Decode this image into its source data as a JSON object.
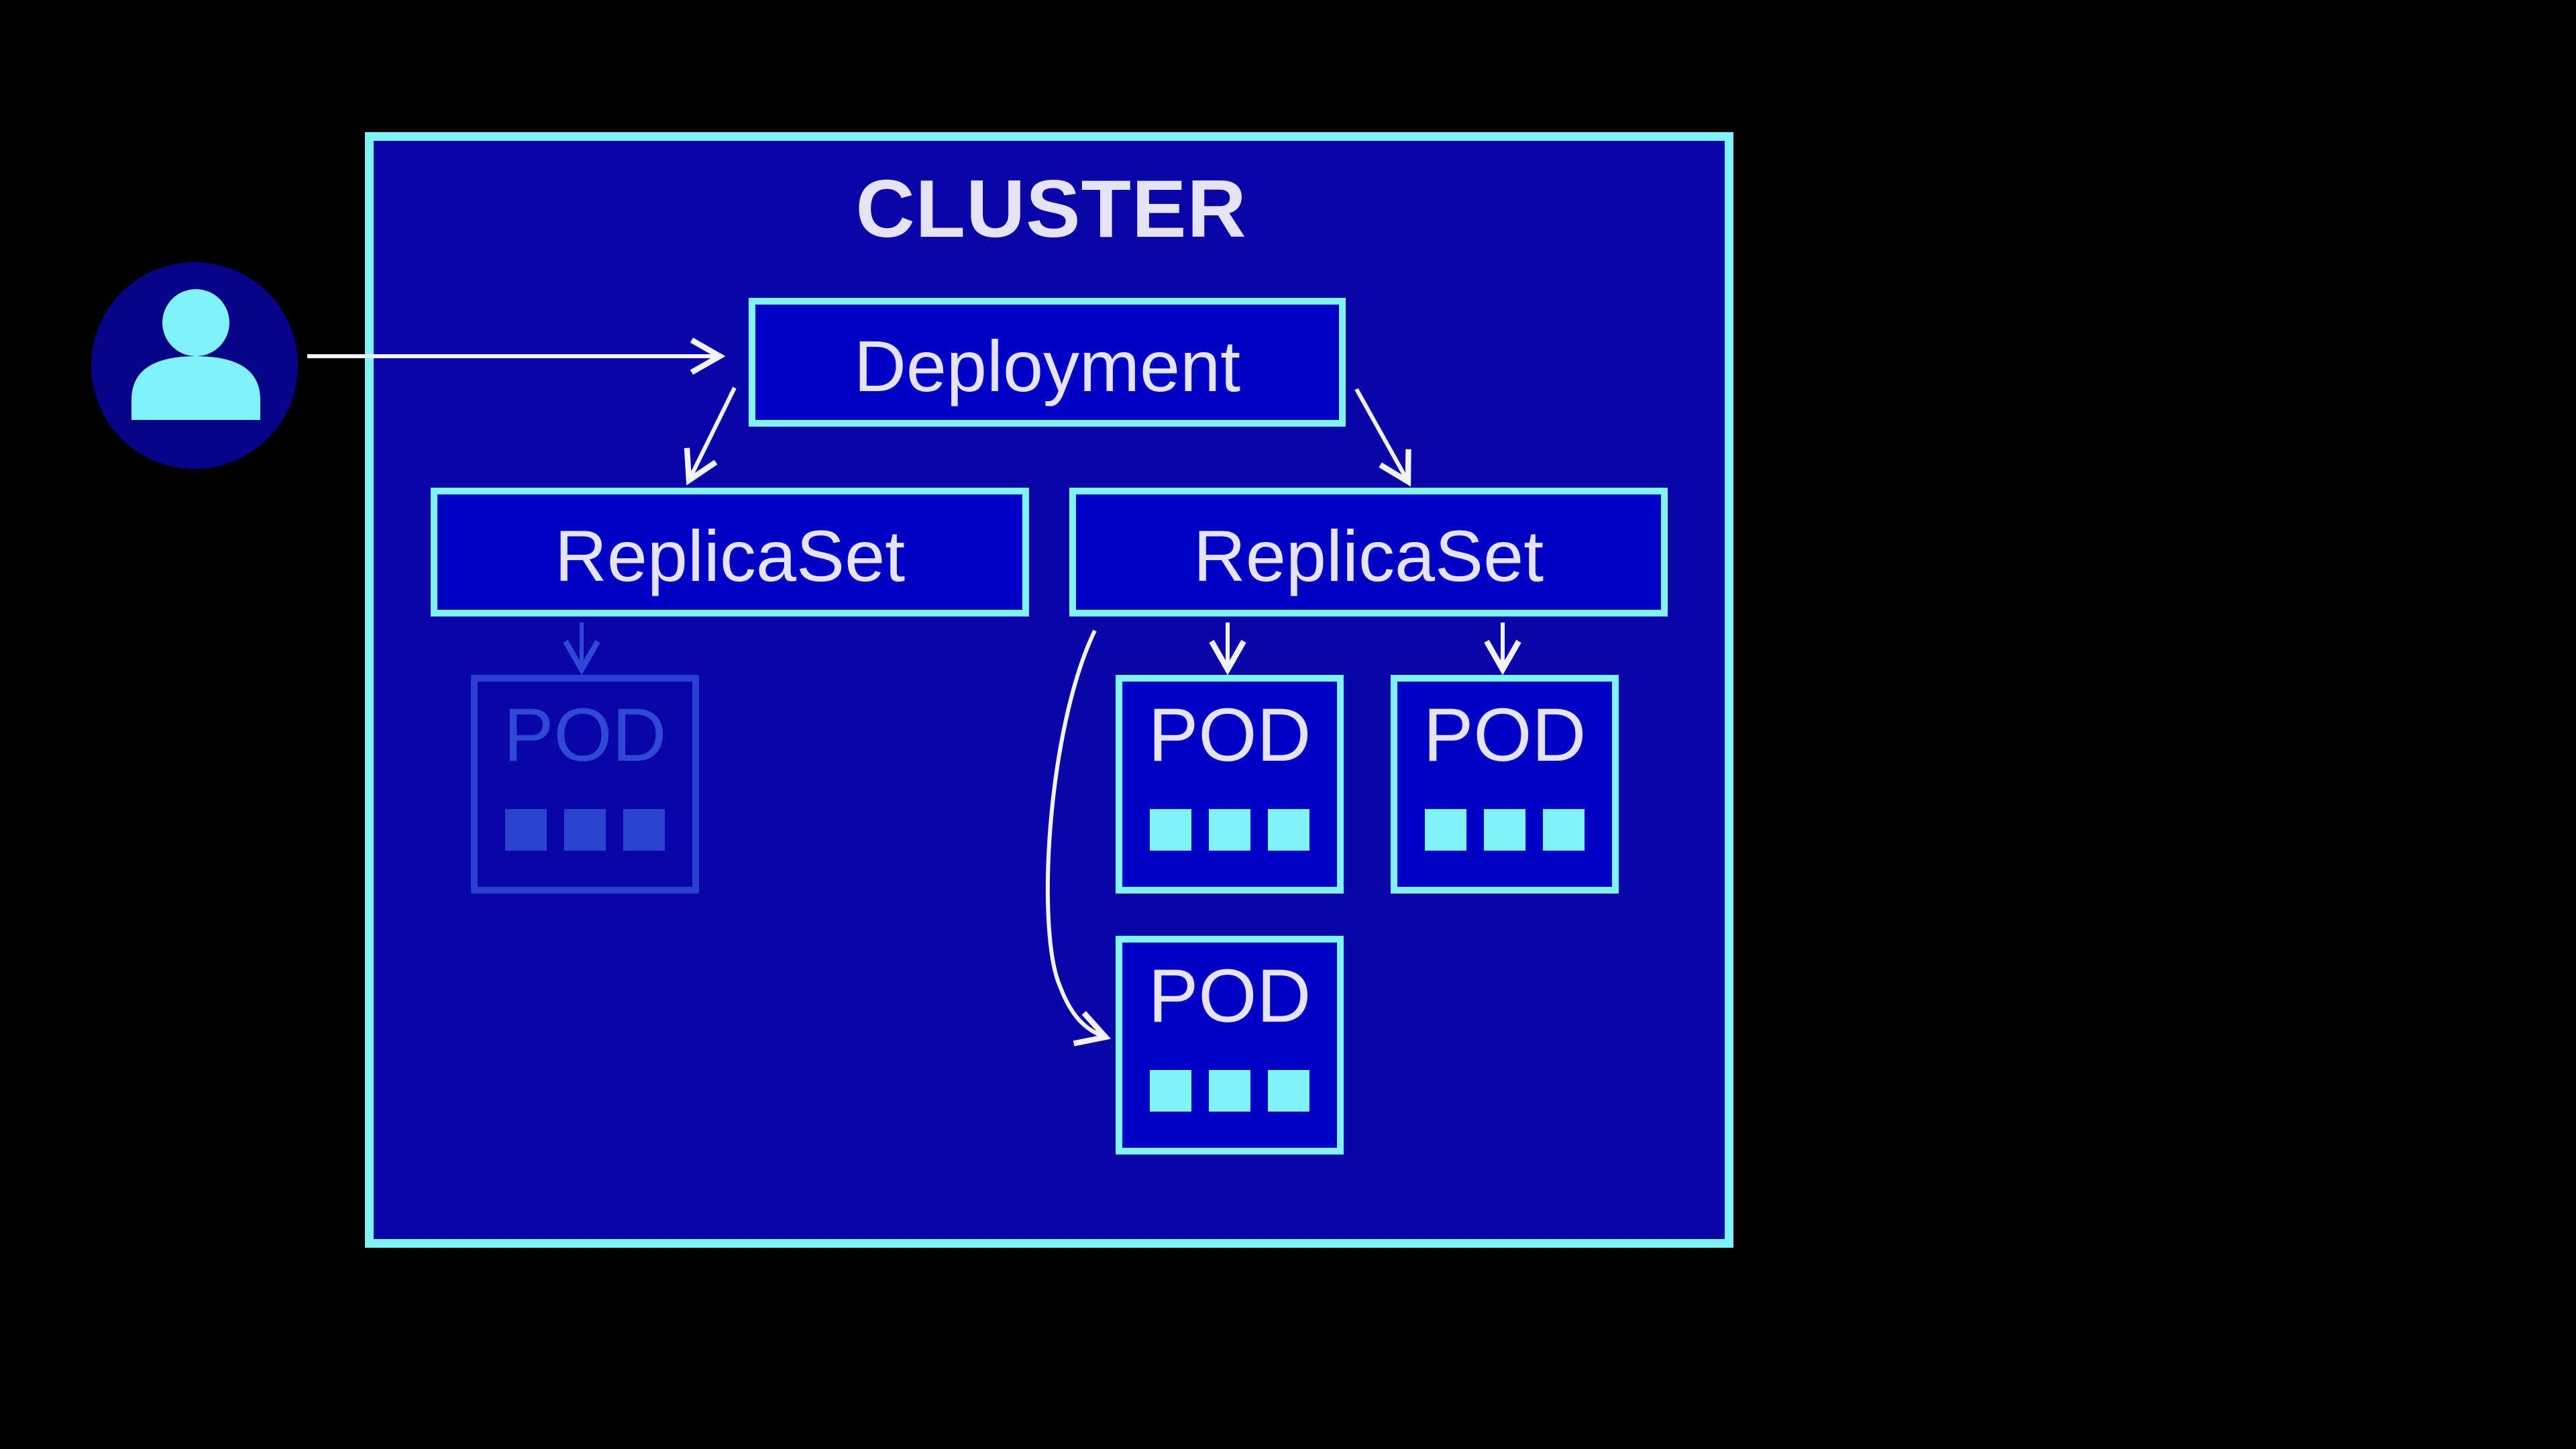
{
  "cluster": {
    "title": "CLUSTER"
  },
  "deployment": {
    "label": "Deployment"
  },
  "replicasets": [
    {
      "label": "ReplicaSet"
    },
    {
      "label": "ReplicaSet"
    }
  ],
  "pods": [
    {
      "label": "POD",
      "state": "faded"
    },
    {
      "label": "POD",
      "state": "active"
    },
    {
      "label": "POD",
      "state": "active"
    },
    {
      "label": "POD",
      "state": "active"
    }
  ],
  "user": {
    "icon": "user-icon"
  },
  "colors": {
    "background": "#000000",
    "cluster_fill": "#0a05a8",
    "node_fill": "#0202c6",
    "accent": "#7ff2fa",
    "text": "#e6e3f7",
    "faded": "#2a44d0",
    "arrow": "#f2f2f7",
    "user_circle": "#060489"
  }
}
